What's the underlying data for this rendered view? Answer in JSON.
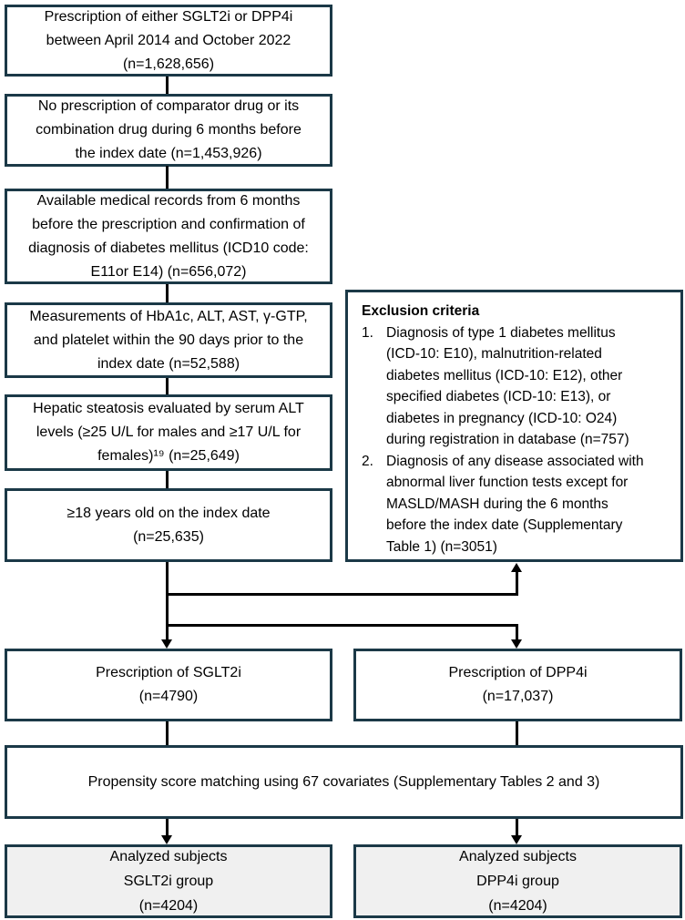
{
  "palette": {
    "box_border": "#1b3947",
    "connector": "#000000",
    "box_background": "#ffffff",
    "shaded_box_background": "#f0f0f0",
    "text": "#000000"
  },
  "flow": {
    "initial": {
      "lines": [
        "Prescription of either SGLT2i or DPP4i",
        "between April 2014 and October 2022",
        "(n=1,628,656)"
      ]
    },
    "no_comparator": {
      "lines": [
        "No prescription of comparator drug or its",
        "combination drug during 6 months before",
        "the index date (n=1,453,926)"
      ]
    },
    "records": {
      "lines": [
        "Available medical records from 6 months",
        "before the prescription and confirmation of",
        "diagnosis of diabetes mellitus (ICD10 code:",
        "E11or E14) (n=656,072)"
      ]
    },
    "labs": {
      "lines": [
        "Measurements of HbA1c, ALT, AST, γ-GTP,",
        "and platelet within the 90 days prior to the",
        "index date (n=52,588)"
      ]
    },
    "steatosis": {
      "lines": [
        "Hepatic steatosis evaluated by serum ALT",
        "levels (≥25 U/L for males and ≥17 U/L for",
        "females)¹⁹ (n=25,649)"
      ]
    },
    "age18": {
      "lines": [
        "≥18 years old on the index date",
        "(n=25,635)"
      ]
    },
    "exclusion": {
      "title": "Exclusion criteria",
      "items": [
        {
          "num": "1.",
          "lines": [
            "Diagnosis of  type 1 diabetes mellitus",
            "(ICD-10: E10), malnutrition-related",
            "diabetes mellitus (ICD-10: E12), other",
            "specified diabetes (ICD-10: E13), or",
            "diabetes in pregnancy (ICD-10: O24)",
            "during registration in database (n=757)"
          ]
        },
        {
          "num": "2.",
          "lines": [
            "Diagnosis of any disease associated with",
            "abnormal liver function tests except for",
            "MASLD/MASH during the 6 months",
            "before the index date (Supplementary",
            "Table 1) (n=3051)"
          ]
        }
      ]
    },
    "sglt2i": {
      "lines": [
        "Prescription of SGLT2i",
        "(n=4790)"
      ]
    },
    "dpp4i": {
      "lines": [
        "Prescription of DPP4i",
        "(n=17,037)"
      ]
    },
    "psm": {
      "lines": [
        "Propensity score matching using 67 covariates (Supplementary Tables 2 and 3)"
      ]
    },
    "analyzed_sglt2i": {
      "lines": [
        "Analyzed subjects",
        "SGLT2i group",
        "(n=4204)"
      ]
    },
    "analyzed_dpp4i": {
      "lines": [
        "Analyzed subjects",
        "DPP4i group",
        "(n=4204)"
      ]
    }
  }
}
